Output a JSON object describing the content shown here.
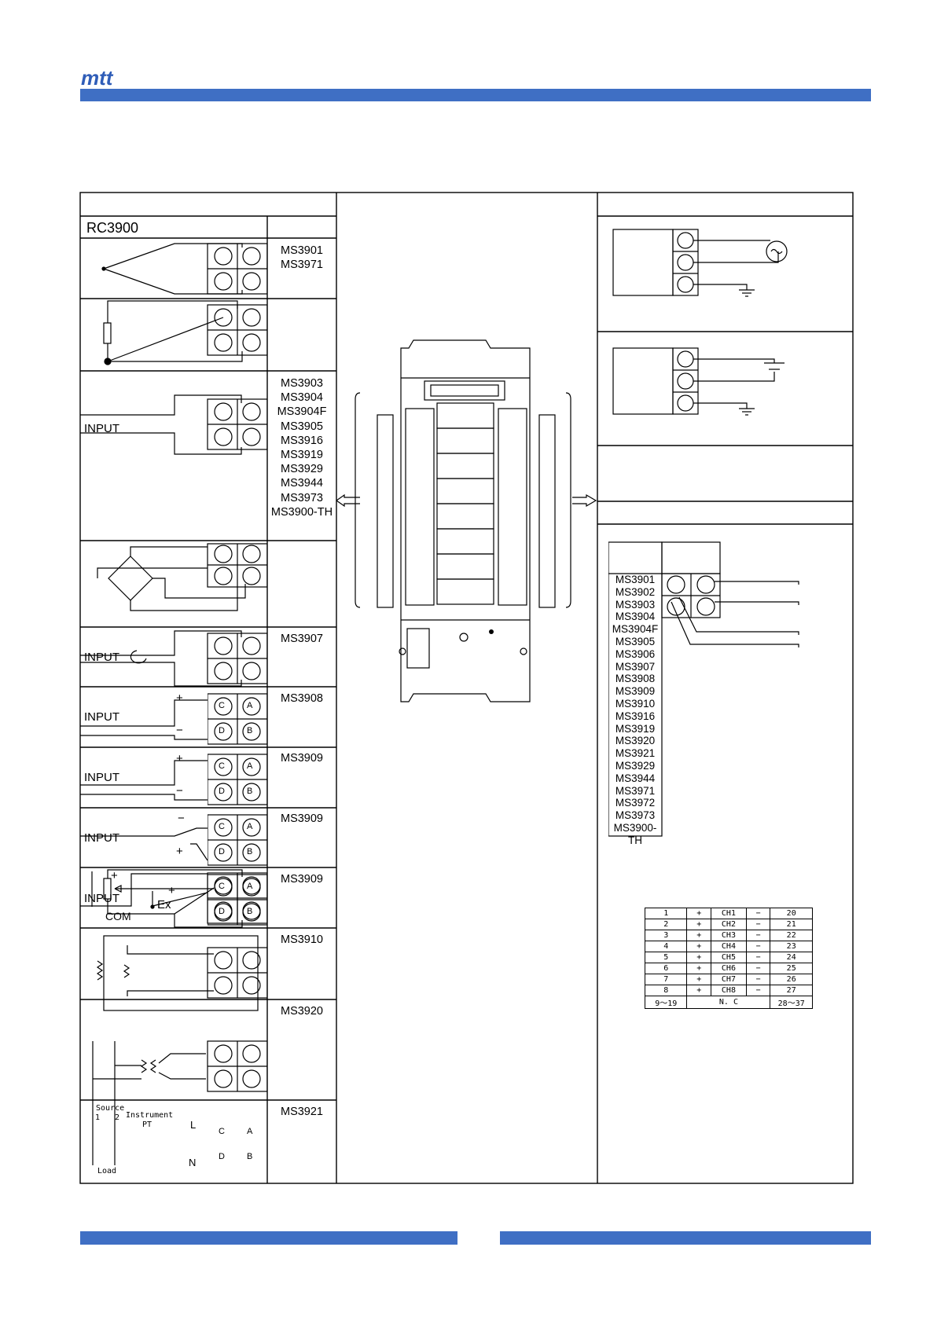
{
  "logo_text": "mtt",
  "rc_title": "RC3900",
  "groups": [
    {
      "models": [
        "MS3901",
        "MS3971"
      ]
    },
    {
      "models": [
        "MS3903",
        "MS3904",
        "MS3904F",
        "MS3905",
        "MS3916",
        "MS3919",
        "MS3929",
        "MS3944",
        "MS3973",
        "MS3900-TH"
      ]
    },
    {
      "models": [
        "MS3907"
      ]
    },
    {
      "models": [
        "MS3908"
      ]
    },
    {
      "models": [
        "MS3909"
      ]
    },
    {
      "models": [
        "MS3909"
      ]
    },
    {
      "models": [
        "MS3909"
      ]
    },
    {
      "models": [
        "MS3910"
      ]
    },
    {
      "models": [
        "MS3920"
      ]
    },
    {
      "models": [
        "MS3921"
      ]
    }
  ],
  "diagram_text": {
    "input": "INPUT",
    "plus": "+",
    "minus": "−",
    "com": "COM",
    "ex": "Ex",
    "source": "Source",
    "source_1": "1",
    "source_2": "2",
    "instrument": "Instrument",
    "pt": "PT",
    "l": "L",
    "n": "N",
    "load": "Load",
    "terminal_a": "A",
    "terminal_b": "B",
    "terminal_c": "C",
    "terminal_d": "D"
  },
  "output_models": [
    "MS3901",
    "MS3902",
    "MS3903",
    "MS3904",
    "MS3904F",
    "MS3905",
    "MS3906",
    "MS3907",
    "MS3908",
    "MS3909",
    "MS3910",
    "MS3916",
    "MS3919",
    "MS3920",
    "MS3921",
    "MS3929",
    "MS3944",
    "MS3971",
    "MS3972",
    "MS3973",
    "MS3900-TH"
  ],
  "pin_table": [
    [
      "1",
      "+",
      "CH1",
      "−",
      "20"
    ],
    [
      "2",
      "+",
      "CH2",
      "−",
      "21"
    ],
    [
      "3",
      "+",
      "CH3",
      "−",
      "22"
    ],
    [
      "4",
      "+",
      "CH4",
      "−",
      "23"
    ],
    [
      "5",
      "+",
      "CH5",
      "−",
      "24"
    ],
    [
      "6",
      "+",
      "CH6",
      "−",
      "25"
    ],
    [
      "7",
      "+",
      "CH7",
      "−",
      "26"
    ],
    [
      "8",
      "+",
      "CH8",
      "−",
      "27"
    ]
  ],
  "pin_table_last": [
    "9〜19",
    "N. C",
    "28〜37"
  ]
}
